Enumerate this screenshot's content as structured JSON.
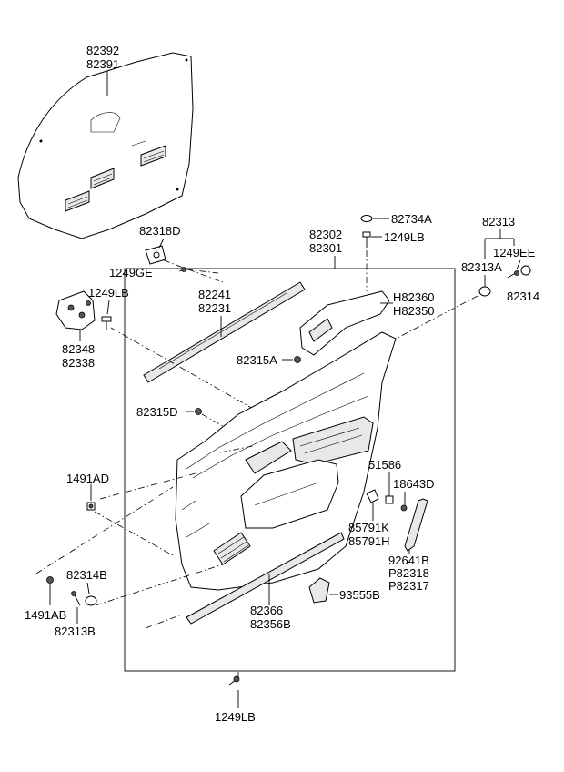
{
  "labels": {
    "p82392": "82392",
    "p82391": "82391",
    "p82318D": "82318D",
    "p1249GE": "1249GE",
    "p1249LB_a": "1249LB",
    "p82348": "82348",
    "p82338": "82338",
    "p82241": "82241",
    "p82231": "82231",
    "p82302": "82302",
    "p82301": "82301",
    "p82734A": "82734A",
    "p1249LB_b": "1249LB",
    "p82313": "82313",
    "p1249EE": "1249EE",
    "p82313A": "82313A",
    "p82314": "82314",
    "pH82360": "H82360",
    "pH82350": "H82350",
    "p82315A": "82315A",
    "p82315D": "82315D",
    "p1491AD": "1491AD",
    "p51586": "51586",
    "p18643D": "18643D",
    "p85791K": "85791K",
    "p85791H": "85791H",
    "p92641B": "92641B",
    "pP82318": "P82318",
    "pP82317": "P82317",
    "p82314B": "82314B",
    "p1491AB": "1491AB",
    "p82313B": "82313B",
    "p93555B": "93555B",
    "p82366": "82366",
    "p82356B": "82356B",
    "p1249LB_c": "1249LB"
  }
}
